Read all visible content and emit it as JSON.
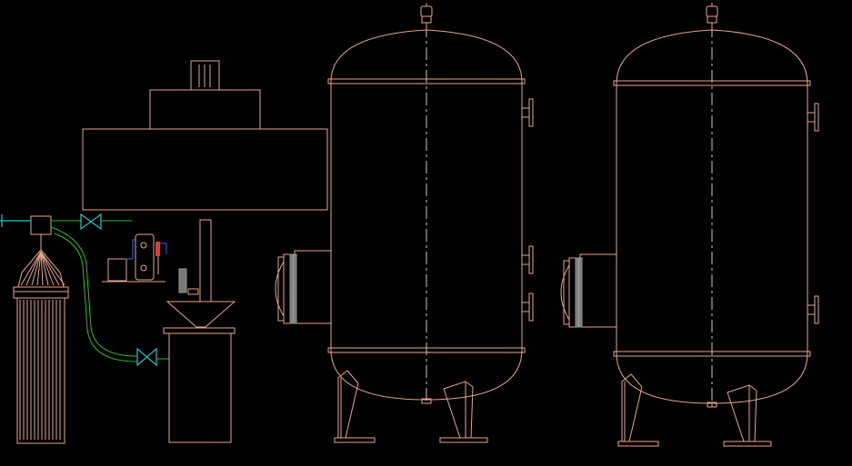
{
  "drawing": {
    "background": "#000000",
    "colors": {
      "outline": "#e8a48c",
      "centerline": "#c8c8c8",
      "pipe": "#22c222",
      "valve": "#1ec8c8",
      "blue": "#3c64ff",
      "red": "#e23a3a"
    },
    "components": [
      "filter-bag-housing",
      "pipe-tee",
      "gate-valve-upper",
      "gate-valve-lower",
      "green-process-pipe",
      "exhaust-hood",
      "small-boiler-unit",
      "hopper-chute",
      "collection-tank",
      "pressure-vessel-left",
      "pressure-vessel-right"
    ]
  }
}
